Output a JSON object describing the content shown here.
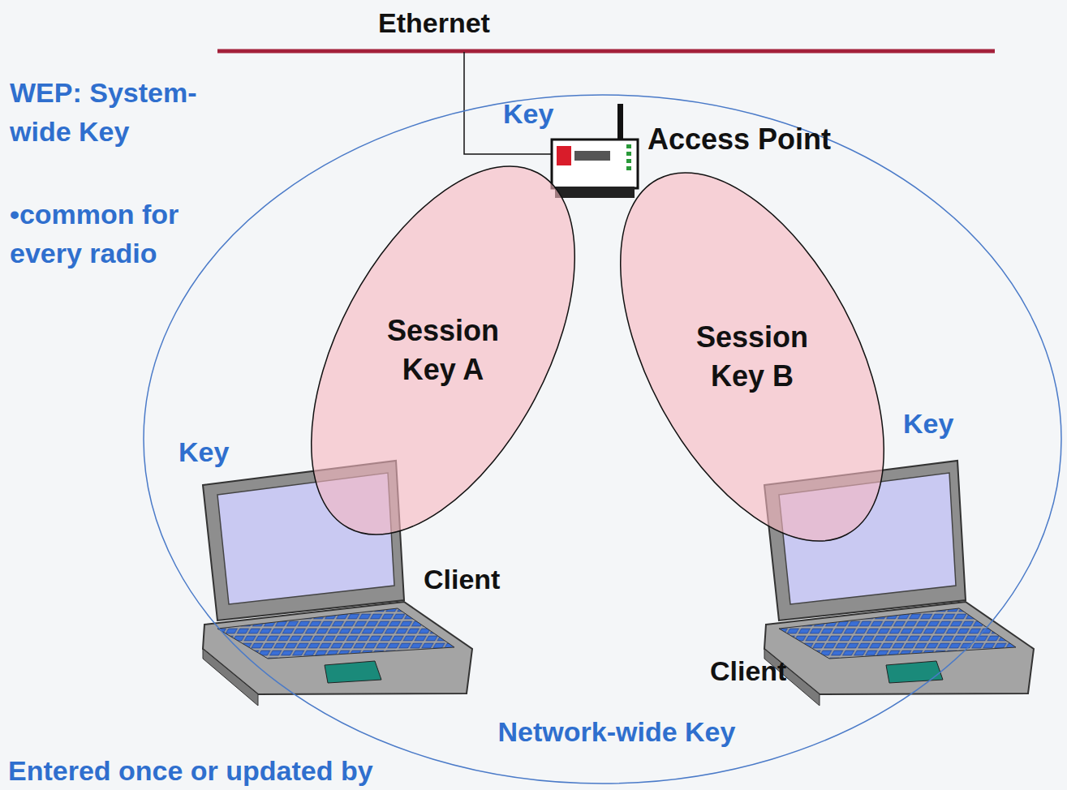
{
  "diagram": {
    "nodes": [
      {
        "text": [
          "Network-wide Key"
        ]
      },
      {
        "text": [
          "Session Key A"
        ],
        "in": 0
      },
      {
        "text": [
          "Session Key B"
        ],
        "in": 0
      }
    ],
    "labels": [
      "Ethernet",
      "Key",
      "Access Point",
      "WEP: System-wide Key",
      "•common for every radio",
      "Key",
      "Client",
      "Key",
      "Client",
      "Entered once or updated by"
    ]
  }
}
